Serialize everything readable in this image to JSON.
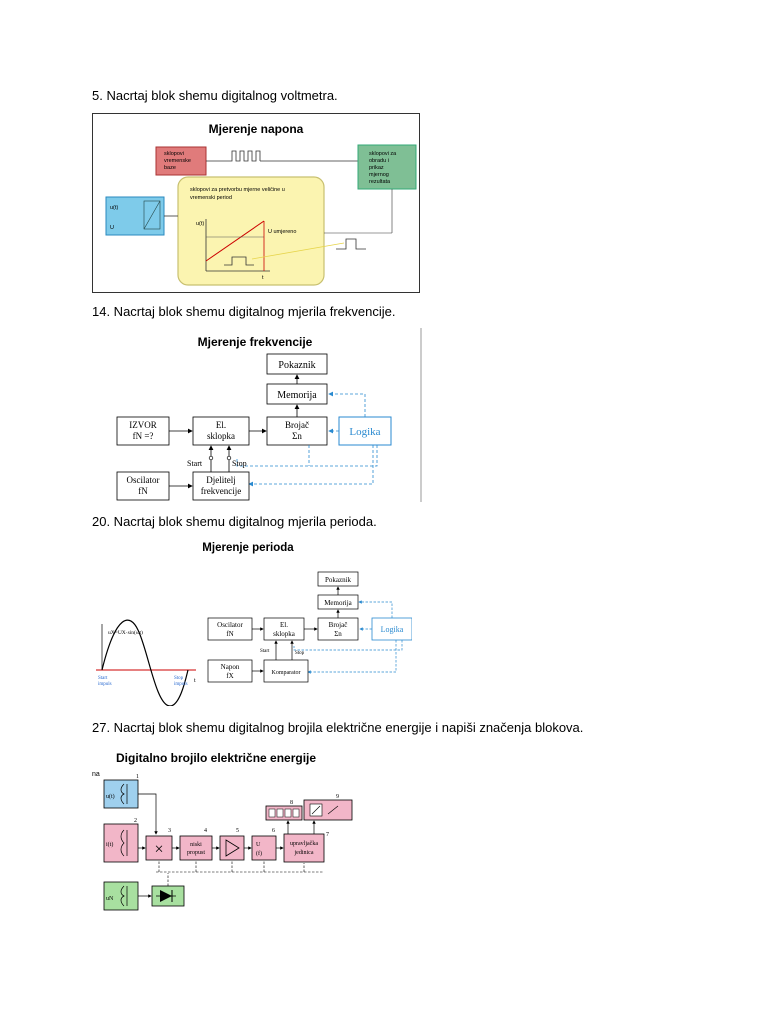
{
  "questions": [
    {
      "text": "5. Nacrtaj blok shemu digitalnog voltmetra."
    },
    {
      "text": "14. Nacrtaj blok shemu digitalnog mjerila frekvencije."
    },
    {
      "text": "20. Nacrtaj blok shemu digitalnog mjerila perioda."
    },
    {
      "text": "27. Nacrtaj blok shemu digitalnog brojila električne energije i napiši značenja blokova."
    }
  ],
  "fig1": {
    "title": "Mjerenje napona",
    "red_box": [
      "sklopovi",
      "vremenske",
      "baze"
    ],
    "green_box": [
      "sklopovi za",
      "obradu i",
      "prikaz",
      "mjernog",
      "rezultata"
    ],
    "yellow_box": [
      "sklopovi za pretvorbu mjerne veličine u",
      "vremenski period"
    ],
    "blue_u_t": "u(t)",
    "blue_u": "U",
    "graph_y": "u(t)",
    "graph_x": "t",
    "u_label": "U umjereno",
    "colors": {
      "red": "#e07b7b",
      "green": "#7fbf95",
      "yellow": "#fbf4b0",
      "blue": "#7ecbea"
    }
  },
  "fig2": {
    "title": "Mjerenje frekvencije",
    "pokaznik": "Pokaznik",
    "memorija": "Memorija",
    "izvor": [
      "IZVOR",
      "fN =?"
    ],
    "el_sklopka": [
      "El.",
      "sklopka"
    ],
    "brojac": [
      "Brojač",
      "Σn"
    ],
    "logika": "Logika",
    "oscilator": [
      "Oscilator",
      "fN"
    ],
    "djelitelj": [
      "Djelitelj",
      "frekvencije"
    ],
    "start": "Start",
    "stop": "Stop"
  },
  "fig3": {
    "title": "Mjerenje perioda",
    "pokaznik": "Pokaznik",
    "memorija": "Memorija",
    "oscilator": [
      "Oscilator",
      "fN"
    ],
    "el_sklopka": [
      "El.",
      "sklopka"
    ],
    "brojac": [
      "Brojač",
      "Σn"
    ],
    "logika": "Logika",
    "napon": [
      "Napon",
      "fX"
    ],
    "komparator": "Komparator",
    "start": "Start",
    "stop": "Stop",
    "wave_label": "uX=UX·sin(ωt)",
    "start_impuls": [
      "Start",
      "impuls"
    ],
    "stop_impuls": [
      "Stop",
      "impuls"
    ],
    "t_label": "t"
  },
  "fig4": {
    "title": "Digitalno brojilo električne energije",
    "corner_label": "na",
    "u_label": "u(t)",
    "i_label": "i(t)",
    "un_label": "uN",
    "niski": [
      "niski",
      "propust"
    ],
    "upravljacka": [
      "upravljačka",
      "jedinica"
    ],
    "uf": [
      "U",
      "(f)"
    ],
    "numbers": [
      "1",
      "2",
      "3",
      "4",
      "5",
      "6",
      "7",
      "8",
      "9"
    ]
  }
}
